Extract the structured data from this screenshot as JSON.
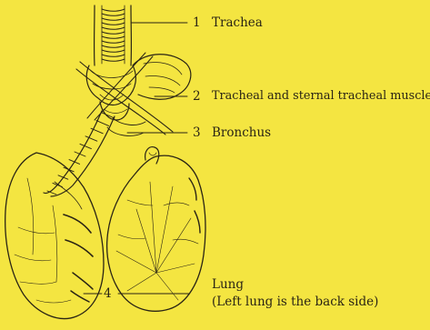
{
  "diagram": {
    "background_color": "#f4e541",
    "ink_color": "#2a2414",
    "labels": [
      {
        "number": "1",
        "text": "Trachea"
      },
      {
        "number": "2",
        "text": "Tracheal and sternal tracheal muscles"
      },
      {
        "number": "3",
        "text": "Bronchus"
      },
      {
        "number": "4",
        "text": "Lung",
        "note": "(Left lung is the back side)"
      }
    ]
  }
}
